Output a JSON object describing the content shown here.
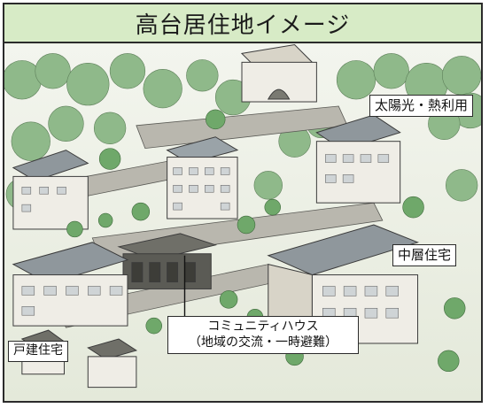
{
  "title": "高台居住地イメージ",
  "labels": {
    "solar": "太陽光・熱利用",
    "mid_rise": "中層住宅",
    "detached": "戸建住宅",
    "community_line1": "コミュニティハウス",
    "community_line2": "（地域の交流・一時避難）"
  },
  "colors": {
    "title_bg": "#d7ebc6",
    "border": "#2b2b2b"
  }
}
